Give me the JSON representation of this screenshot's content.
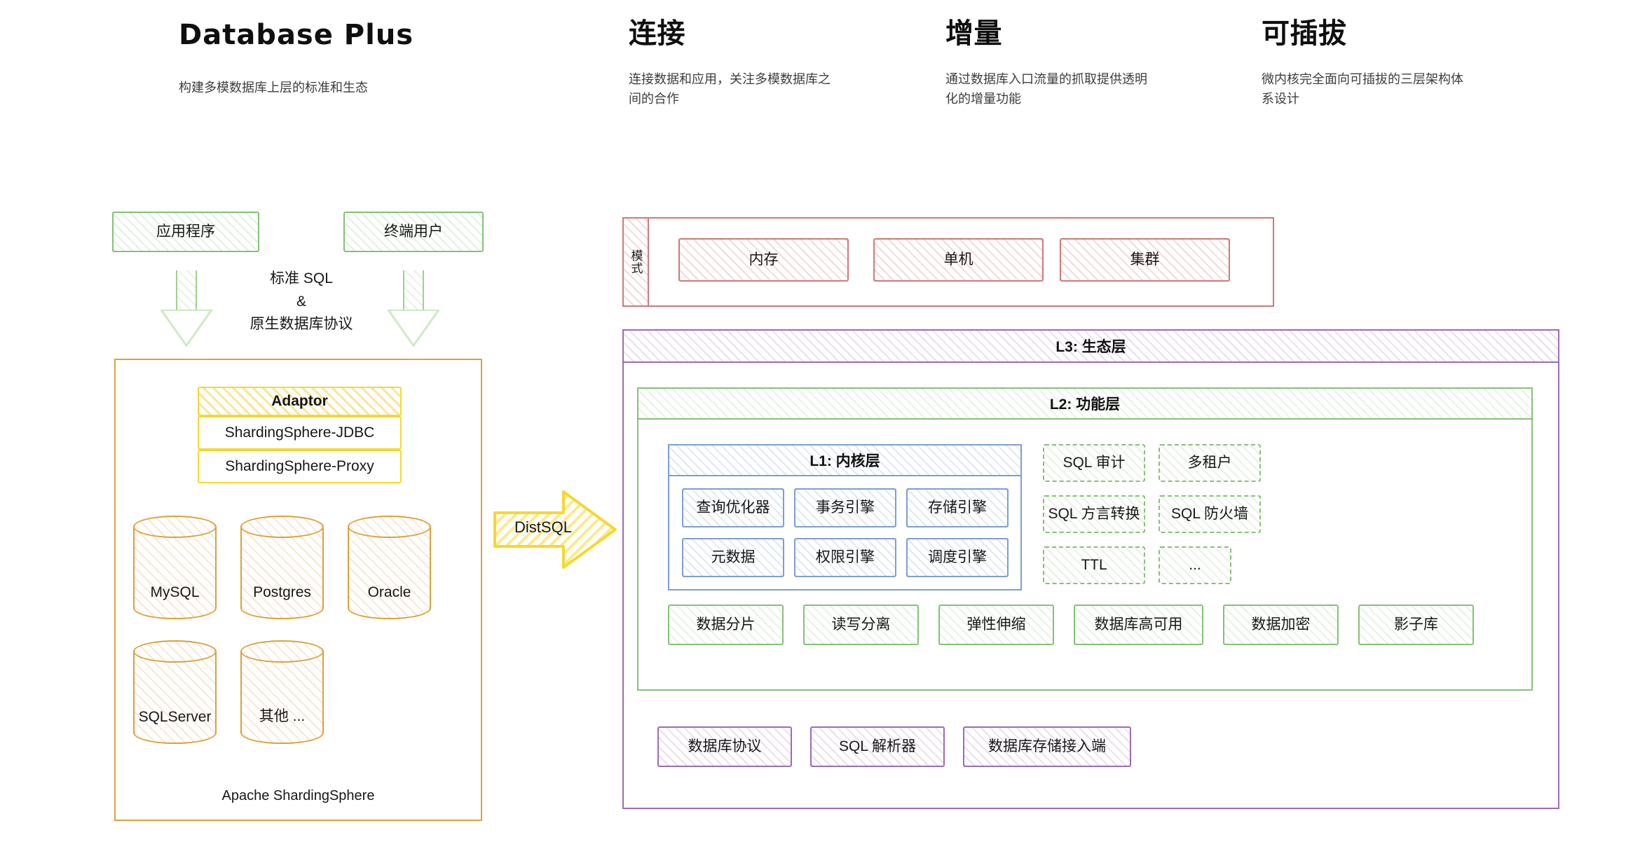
{
  "columns": [
    {
      "title": "Database Plus",
      "latin": true,
      "subtitle": "构建多模数据库上层的标准和生态"
    },
    {
      "title": "连接",
      "latin": false,
      "subtitle": "连接数据和应用，关注多模数据库之间的合作"
    },
    {
      "title": "增量",
      "latin": false,
      "subtitle": "通过数据库入口流量的抓取提供透明化的增量功能"
    },
    {
      "title": "可插拔",
      "latin": false,
      "subtitle": "微内核完全面向可插拔的三层架构体系设计"
    }
  ],
  "left": {
    "clients": [
      {
        "label": "应用程序"
      },
      {
        "label": "终端用户"
      }
    ],
    "protocol_note_lines": [
      "标准 SQL",
      "&",
      "原生数据库协议"
    ],
    "adaptor_title": "Adaptor",
    "adaptor_items": [
      "ShardingSphere-JDBC",
      "ShardingSphere-Proxy"
    ],
    "databases": [
      "MySQL",
      "Postgres",
      "Oracle",
      "SQLServer",
      "其他 ..."
    ],
    "panel_label": "Apache ShardingSphere"
  },
  "connector": {
    "label": "DistSQL"
  },
  "right": {
    "mode": {
      "vertical_label": "模式",
      "items": [
        "内存",
        "单机",
        "集群"
      ]
    },
    "l3": {
      "header": "L3: 生态层",
      "bottom_items": [
        "数据库协议",
        "SQL 解析器",
        "数据库存储接入端"
      ]
    },
    "l2": {
      "header": "L2: 功能层",
      "features": [
        "数据分片",
        "读写分离",
        "弹性伸缩",
        "数据库高可用",
        "数据加密",
        "影子库"
      ],
      "optional": [
        "SQL 审计",
        "多租户",
        "SQL 方言转换",
        "SQL 防火墙",
        "TTL",
        "..."
      ]
    },
    "l1": {
      "header": "L1: 内核层",
      "engines": [
        "查询优化器",
        "事务引擎",
        "存储引擎",
        "元数据",
        "权限引擎",
        "调度引擎"
      ]
    }
  },
  "colors": {
    "green": "#86c178",
    "yellow": "#f5d830",
    "orange": "#dba23c",
    "red": "#cf7a7a",
    "purple": "#9e6bb5",
    "blue": "#7d9fd0"
  }
}
